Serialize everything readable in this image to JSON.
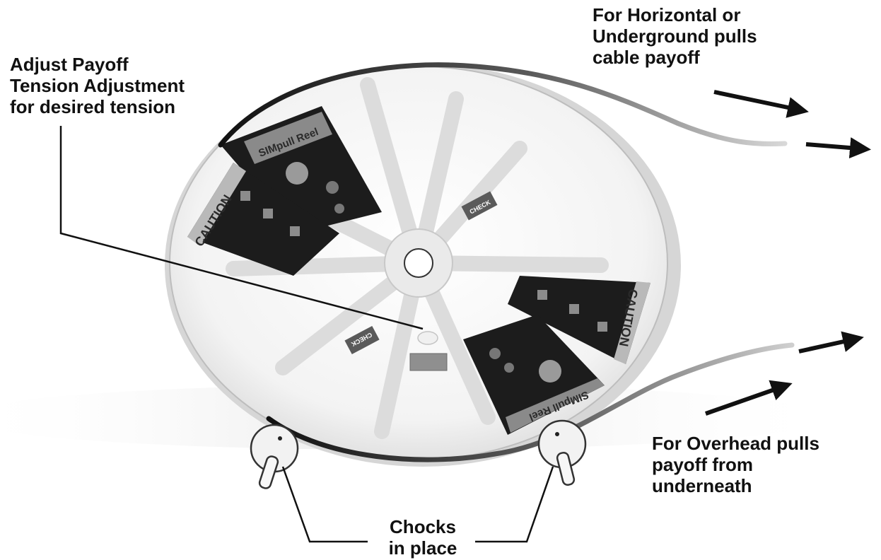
{
  "callouts": {
    "tension": [
      "Adjust Payoff",
      "Tension Adjustment",
      "for desired tension"
    ],
    "horizontal": [
      "For Horizontal or",
      "Underground pulls",
      "cable payoff"
    ],
    "overhead": [
      "For Overhead pulls",
      "payoff from",
      "underneath"
    ],
    "chocks": [
      "Chocks",
      "in place"
    ]
  },
  "reel_labels": {
    "brand": "SIMpull Reel",
    "caution": "CAUTION",
    "check": "CHECK"
  },
  "colors": {
    "reel_face": "#f4f4f4",
    "spoke": "#e2e2e2",
    "decal": "#1c1c1c",
    "cable": "#222222",
    "arrow": "#111111",
    "callout_text": "#111111"
  },
  "icons": {
    "reel": "cable-reel-icon",
    "chock": "wheel-chock-icon",
    "arrow": "direction-arrow-icon"
  }
}
